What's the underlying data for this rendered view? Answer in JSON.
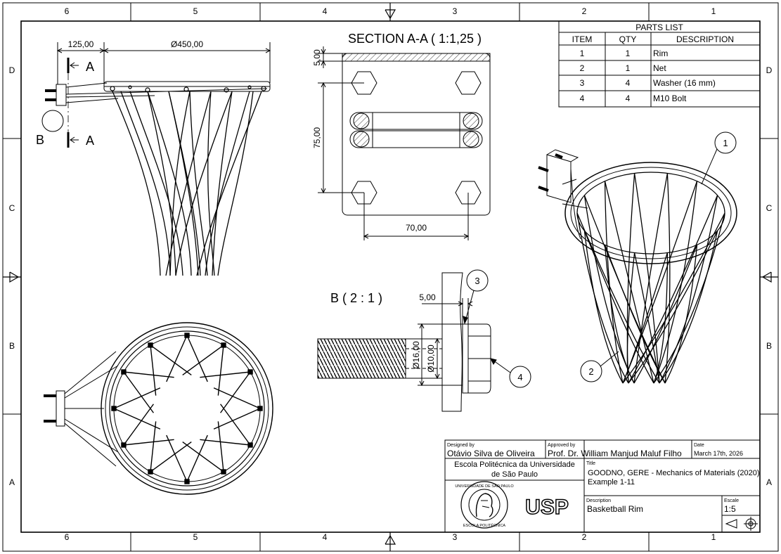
{
  "border": {
    "columns": [
      "6",
      "5",
      "4",
      "3",
      "2",
      "1"
    ],
    "rows": [
      "D",
      "C",
      "B",
      "A"
    ]
  },
  "parts_list": {
    "title": "PARTS LIST",
    "headers": [
      "ITEM",
      "QTY",
      "DESCRIPTION"
    ],
    "rows": [
      [
        "1",
        "1",
        "Rim"
      ],
      [
        "2",
        "1",
        "Net"
      ],
      [
        "3",
        "4",
        "Washer (16 mm)"
      ],
      [
        "4",
        "4",
        "M10 Bolt"
      ]
    ]
  },
  "front_view": {
    "dim_offset": "125,00",
    "dim_diameter": "Ø450,00",
    "section_label_a": "A",
    "detail_label_b": "B"
  },
  "section_view": {
    "title": "SECTION A-A ( 1:1,25 )",
    "dim_thickness": "5,00",
    "dim_vertical": "75,00",
    "dim_horizontal": "70,00"
  },
  "detail_view": {
    "title": "B ( 2 : 1 )",
    "dim_washer": "5,00",
    "dim_outer": "Ø16,00",
    "dim_inner": "Ø10,00"
  },
  "balloons": [
    "1",
    "2",
    "3",
    "4"
  ],
  "title_block": {
    "designed_by_label": "Designed by",
    "designed_by": "Otávio Silva de Oliveira",
    "approved_by_label": "Approved by",
    "approved_by": "Prof. Dr. William Manjud Maluf Filho",
    "date_label": "Date",
    "date": "March 17th, 2026",
    "institution_line1": "Escola Politécnica da Universidade",
    "institution_line2": "de São Paulo",
    "title_label": "Title",
    "title_line1": "GOODNO, GERE - Mechanics of Materials (2020)",
    "title_line2": "Example 1-11",
    "description_label": "Description",
    "description": "Basketball Rim",
    "scale_label": "Escale",
    "scale": "1:5",
    "seal_text_top": "UNIVERSIDADE DE SÃO PAULO",
    "seal_text_bottom": "ESCOLA POLITÉCNICA",
    "logo_text": "USP"
  }
}
